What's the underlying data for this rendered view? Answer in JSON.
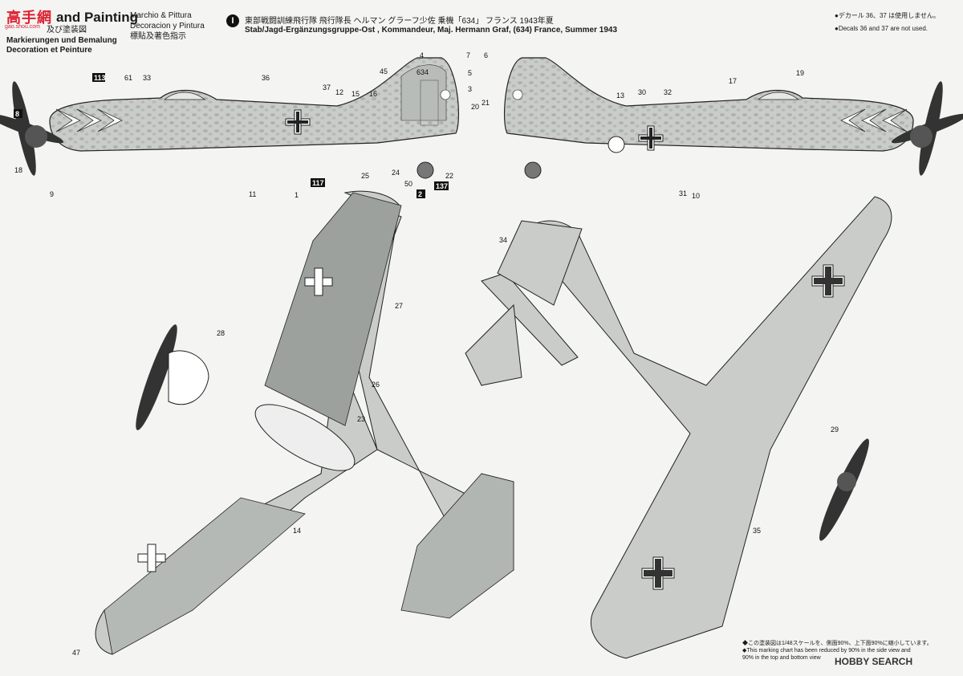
{
  "header": {
    "title_main": "and Painting",
    "lang_it": "Marchio & Pittura",
    "lang_es": "Decoracion y Pintura",
    "lang_zh": "標貼及著色指示",
    "lang_de": "Markierungen und Bemalung",
    "lang_fr": "Decoration et Peinture",
    "partial_jp": "及び塗装図"
  },
  "watermark": {
    "logo": "高手網",
    "url": "gao.shou.com"
  },
  "version": {
    "icon": "circle-i-icon",
    "label": "I"
  },
  "unit": {
    "jp": "東部戦闘訓練飛行隊 飛行隊長 ヘルマン グラーフ少佐 乗機「634」 フランス 1943年夏",
    "en": "Stab/Jagd-Ergänzungsgruppe-Ost , Kommandeur, Maj. Hermann Graf, (634) France, Summer 1943"
  },
  "notes": {
    "jp": "●デカール 36、37 は使用しません。",
    "en": "●Decals 36 and 37 are not used.",
    "scale_jp": "◆この塗装図は1/48スケールを、側面90%、上下面90%に縮小しています。",
    "scale_en1": "◆This marking chart has been reduced by 90% in the side view and",
    "scale_en2": "90% in the top and bottom view"
  },
  "source_logo": "HOBBY SEARCH",
  "colors": {
    "light_grey": "#c9ccc8",
    "mid_grey": "#9da19e",
    "dark": "#3a3a3a",
    "ink": "#1a1a1a"
  },
  "callouts": {
    "c1": "113",
    "c2": "61",
    "c3": "33",
    "c4": "36",
    "c5": "37",
    "c6": "8",
    "c7": "18",
    "c8": "9",
    "c9": "11",
    "c10": "117",
    "c11": "1",
    "c12": "12",
    "c13": "15",
    "c14": "16",
    "c15": "45",
    "c16": "4",
    "c17": "7",
    "c18": "5",
    "c19": "3",
    "c20": "25",
    "c21": "24",
    "c22": "50",
    "c23": "2",
    "c24": "137",
    "c25": "22",
    "c26": "21",
    "c27": "20",
    "c28": "6",
    "c29": "13",
    "c30": "30",
    "c31": "32",
    "c32": "17",
    "c33": "19",
    "c34": "10",
    "c35": "31",
    "c36": "28",
    "c37": "27",
    "c38": "26",
    "c39": "23",
    "c40": "14",
    "c41": "34",
    "c42": "47",
    "c43": "29",
    "c44": "35",
    "c45": "634"
  }
}
